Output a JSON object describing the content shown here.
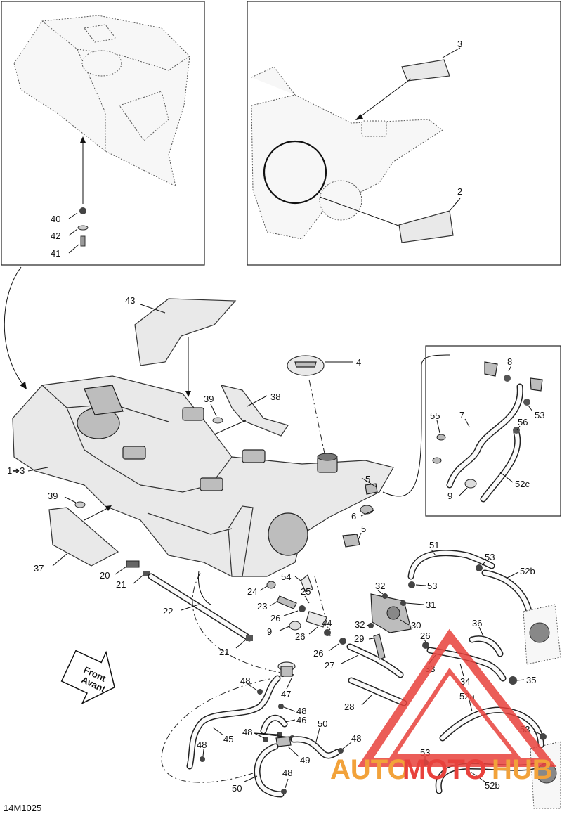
{
  "drawing_code": "14M1025",
  "front_arrow": {
    "line1": "Front",
    "line2": "Avant"
  },
  "watermark": {
    "part1": "AUTO",
    "part2": "MOTO",
    "part3": "HUB",
    "color_red": "#e8413c",
    "color_orange": "#f2a23a"
  },
  "callouts": {
    "c1": "1➔3",
    "c2": "2",
    "c3": "3",
    "c4": "4",
    "c5a": "5",
    "c5b": "5",
    "c6": "6",
    "c7": "7",
    "c8": "8",
    "c9a": "9",
    "c9b": "9",
    "c20": "20",
    "c21a": "21",
    "c21b": "21",
    "c22": "22",
    "c23": "23",
    "c24": "24",
    "c25": "25",
    "c26a": "26",
    "c26b": "26",
    "c26c": "26",
    "c26d": "26",
    "c27": "27",
    "c28": "28",
    "c29": "29",
    "c30": "30",
    "c31": "31",
    "c32a": "32",
    "c32b": "32",
    "c33": "33",
    "c34": "34",
    "c35": "35",
    "c36": "36",
    "c37": "37",
    "c38": "38",
    "c39a": "39",
    "c39b": "39",
    "c40": "40",
    "c41": "41",
    "c42": "42",
    "c43": "43",
    "c44": "44",
    "c45": "45",
    "c46": "46",
    "c47": "47",
    "c48a": "48",
    "c48b": "48",
    "c48c": "48",
    "c48d": "48",
    "c48e": "48",
    "c48f": "48",
    "c49": "49",
    "c50a": "50",
    "c50b": "50",
    "c51": "51",
    "c52a": "52a",
    "c52b1": "52b",
    "c52b2": "52b",
    "c52c": "52c",
    "c53a": "53",
    "c53b": "53",
    "c53c": "53",
    "c53d": "53",
    "c53e": "53",
    "c54": "54",
    "c55": "55",
    "c56": "56"
  }
}
